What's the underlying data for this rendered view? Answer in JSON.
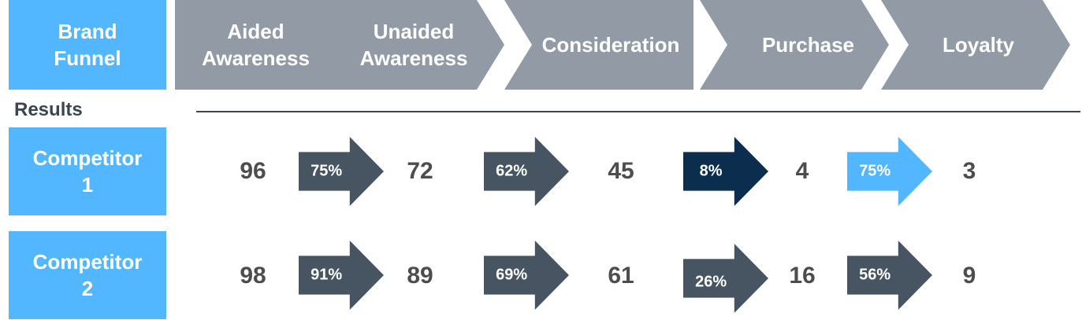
{
  "header": {
    "brand_funnel": [
      "Brand",
      "Funnel"
    ],
    "stages": [
      {
        "lines": [
          "Aided",
          "Awareness"
        ]
      },
      {
        "lines": [
          "Unaided",
          "Awareness"
        ]
      },
      {
        "lines": [
          "Consideration"
        ]
      },
      {
        "lines": [
          "Purchase"
        ]
      },
      {
        "lines": [
          "Loyalty"
        ]
      }
    ]
  },
  "results_label": "Results",
  "rows": [
    {
      "label": [
        "Competitor",
        "1"
      ],
      "values": [
        "96",
        "72",
        "45",
        "4",
        "3"
      ],
      "conversions": [
        "75%",
        "62%",
        "8%",
        "75%"
      ]
    },
    {
      "label": [
        "Competitor",
        "2"
      ],
      "values": [
        "98",
        "89",
        "61",
        "16",
        "9"
      ],
      "conversions": [
        "91%",
        "69%",
        "26%",
        "56%"
      ]
    }
  ],
  "colors": {
    "accent_blue": "#52b7ff",
    "chevron_gray": "#929ba5",
    "arrow_slate": "#475563",
    "arrow_navy": "#0b2e4f",
    "arrow_light_blue": "#52b7ff",
    "number_text": "#4d4d4d"
  }
}
